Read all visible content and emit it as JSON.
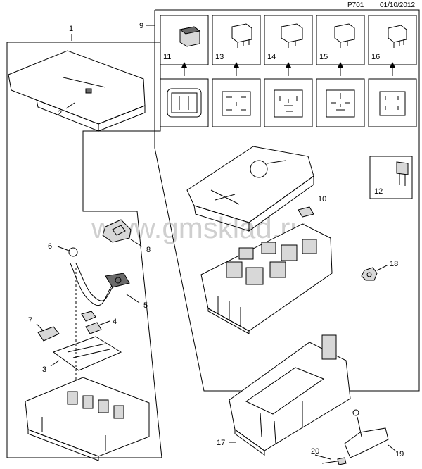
{
  "header": {
    "page_code": "P701",
    "date": "01/10/2012"
  },
  "watermark": "www.gmsklad.ru",
  "callouts": {
    "c1": "1",
    "c2": "2",
    "c3": "3",
    "c4": "4",
    "c5": "5",
    "c6": "6",
    "c7": "7",
    "c8": "8",
    "c9": "9",
    "c10": "10",
    "c11": "11",
    "c12": "12",
    "c13": "13",
    "c14": "14",
    "c15": "15",
    "c16": "16",
    "c17": "17",
    "c18": "18",
    "c19": "19",
    "c20": "20"
  }
}
